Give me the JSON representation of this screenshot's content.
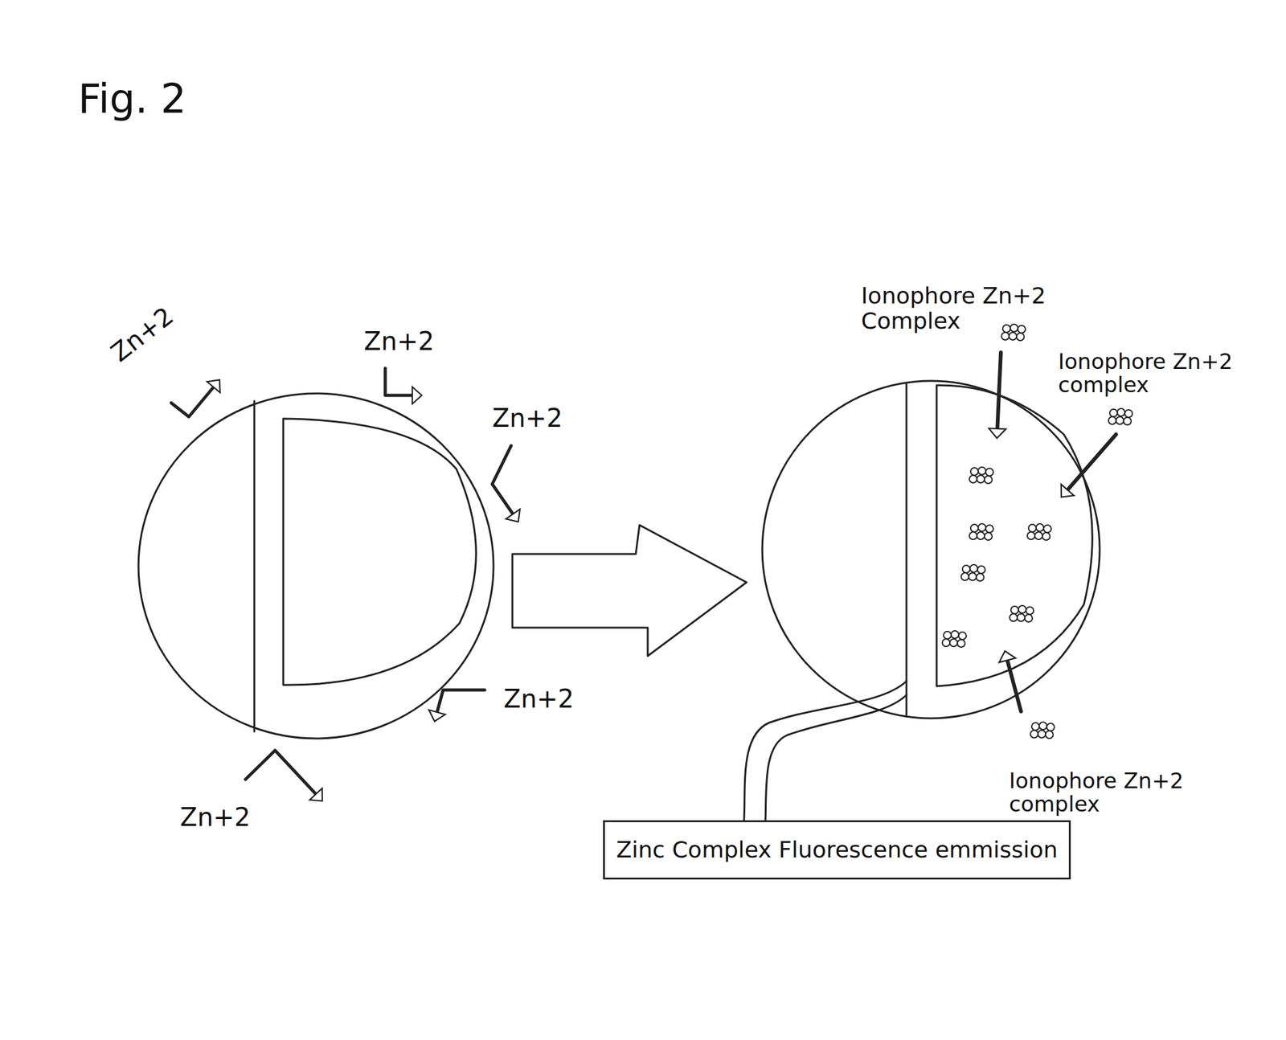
{
  "diagram": {
    "title": "Fig. 2",
    "nodes": [
      {
        "text": [
          "Zinc Complex Fluorescence emmission"
        ]
      }
    ],
    "labels": [
      "Zn+2",
      "Zn+2",
      "Zn+2",
      "Zn+2",
      "Zn+2",
      "Ionophore Zn+2 Complex",
      "Ionophore Zn+2 complex",
      "Ionophore Zn+2 complex"
    ]
  }
}
